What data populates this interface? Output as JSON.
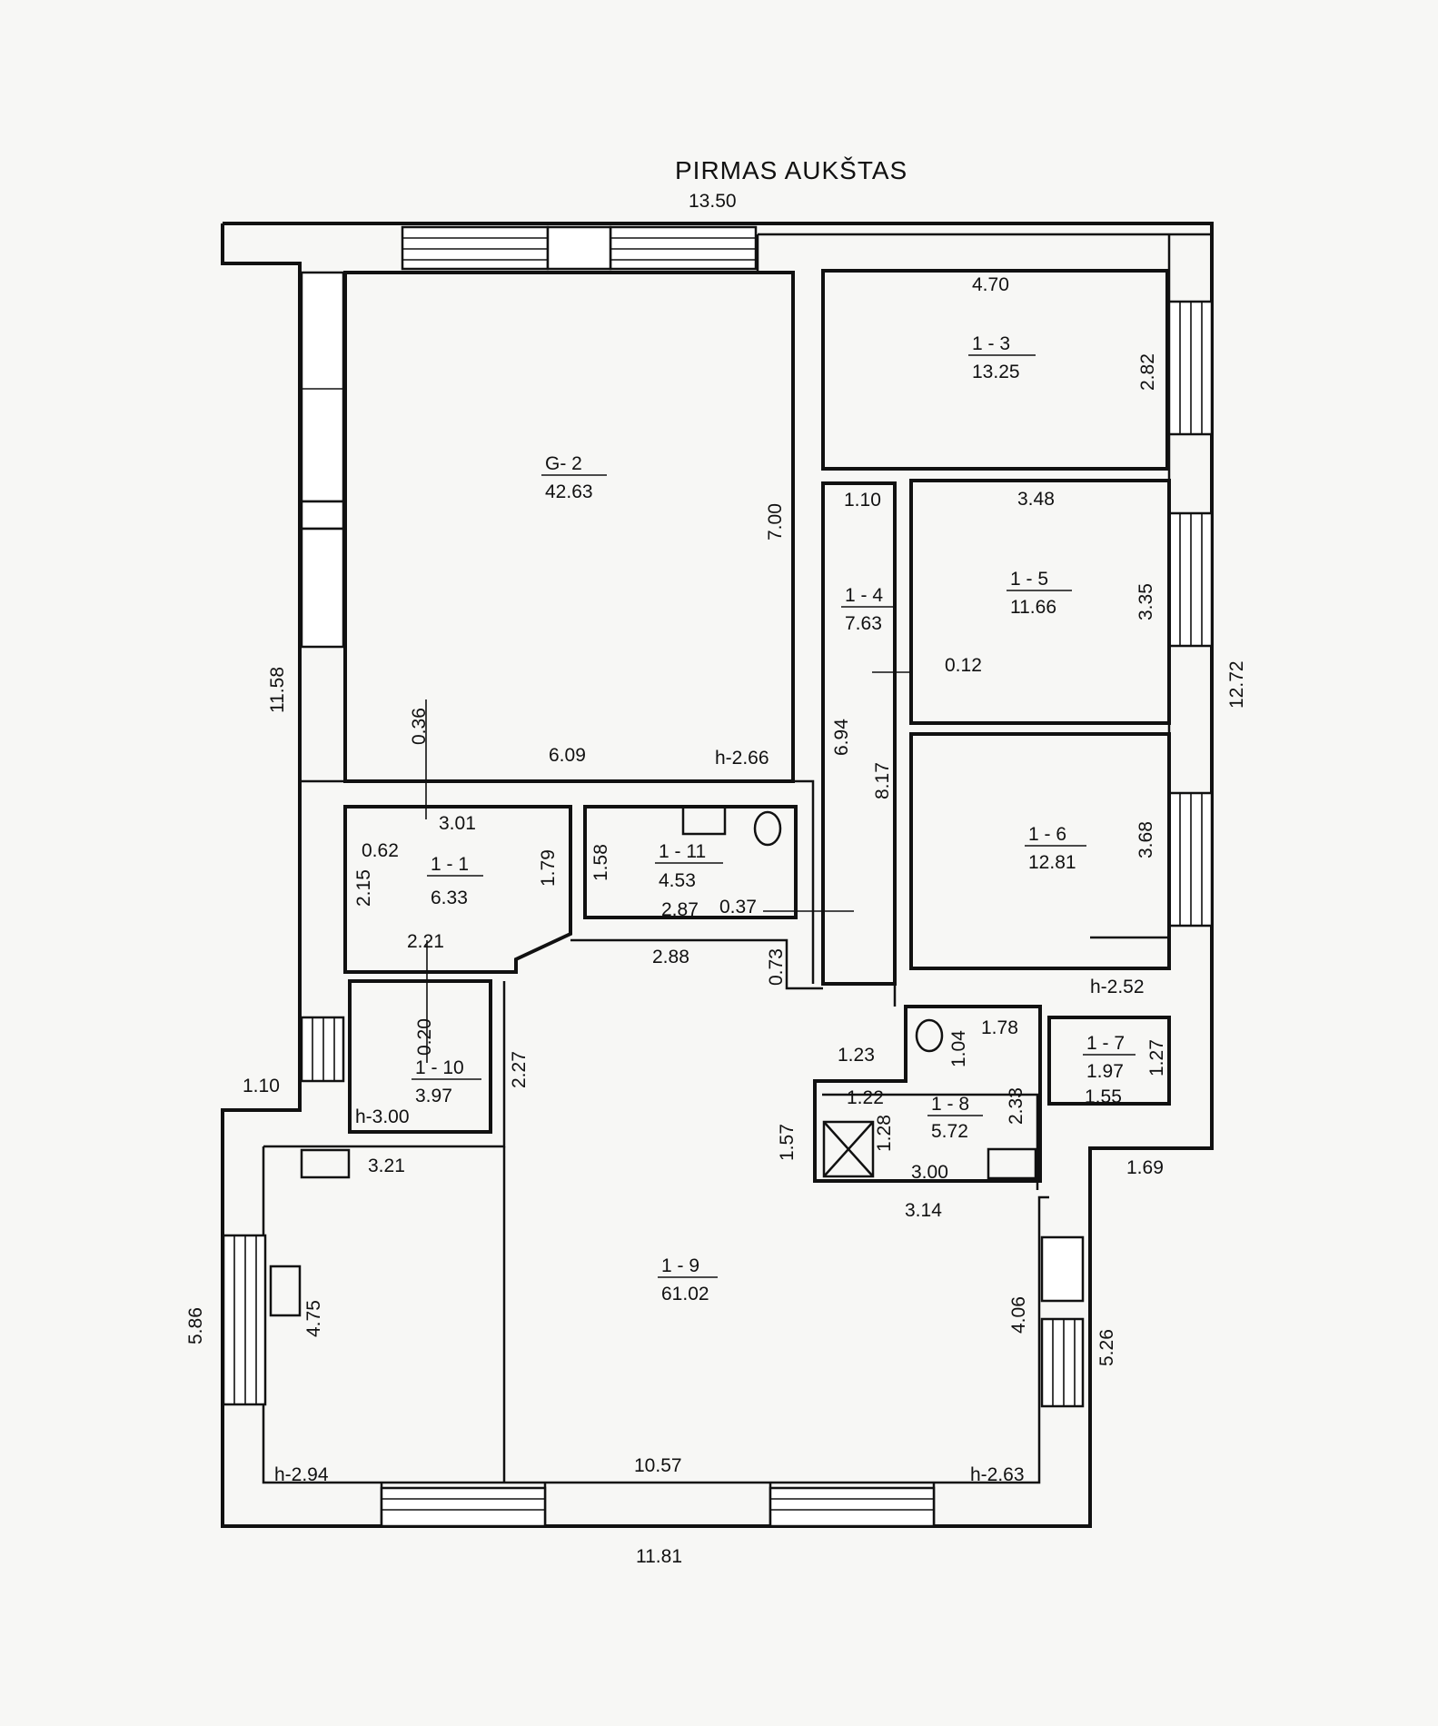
{
  "title": "PIRMAS AUKŠTAS",
  "colors": {
    "ink": "#111111",
    "paper": "#f7f7f5"
  },
  "rooms": [
    {
      "id": "G- 2",
      "area": "42.63"
    },
    {
      "id": "1 - 3",
      "area": "13.25"
    },
    {
      "id": "1 - 4",
      "area": "7.63"
    },
    {
      "id": "1 - 5",
      "area": "11.66"
    },
    {
      "id": "1 - 6",
      "area": "12.81"
    },
    {
      "id": "1 - 1",
      "area": "6.33"
    },
    {
      "id": "1 - 11",
      "area": "4.53"
    },
    {
      "id": "1 - 10",
      "area": "3.97"
    },
    {
      "id": "1 - 8",
      "area": "5.72"
    },
    {
      "id": "1 - 7",
      "area": "1.97"
    },
    {
      "id": "1 - 9",
      "area": "61.02"
    }
  ],
  "dimensions": [
    "13.50",
    "4.70",
    "2.82",
    "7.00",
    "11.58",
    "6.09",
    "h-2.66",
    "0.36",
    "1.10",
    "3.48",
    "3.35",
    "0.12",
    "12.72",
    "6.94",
    "8.17",
    "3.68",
    "h-2.52",
    "3.01",
    "0.62",
    "2.15",
    "1.79",
    "2.21",
    "1.58",
    "2.87",
    "0.37",
    "2.88",
    "0.73",
    "0.20",
    "h-3.00",
    "2.27",
    "1.10",
    "1.23",
    "1.04",
    "1.78",
    "1.27",
    "1.55",
    "1.22",
    "1.28",
    "2.33",
    "3.00",
    "1.57",
    "3.14",
    "1.69",
    "3.21",
    "4.75",
    "5.86",
    "4.06",
    "5.26",
    "h-2.94",
    "10.57",
    "h-2.63",
    "11.81"
  ]
}
